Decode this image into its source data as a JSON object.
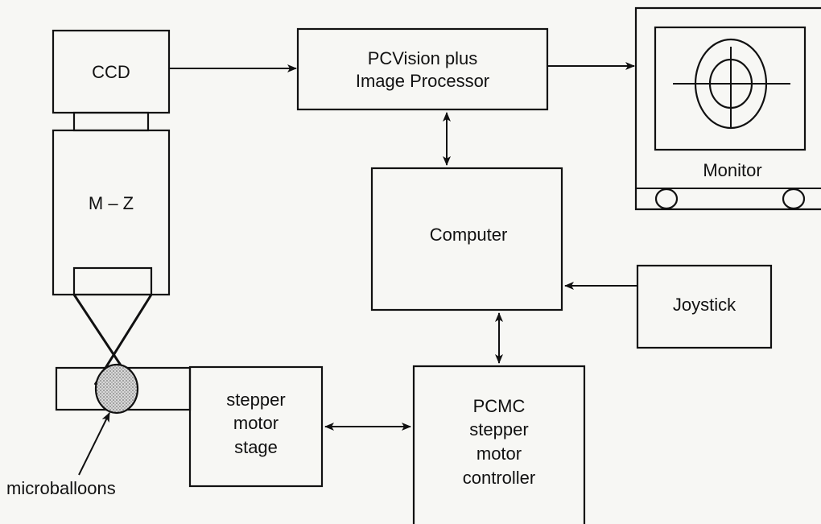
{
  "diagram": {
    "ccd": "CCD",
    "mz": "M – Z",
    "pcvision_line1": "PCVision plus",
    "pcvision_line2": "Image Processor",
    "monitor": "Monitor",
    "computer": "Computer",
    "joystick": "Joystick",
    "stage_line1": "stepper",
    "stage_line2": "motor",
    "stage_line3": "stage",
    "controller_line1": "PCMC",
    "controller_line2": "stepper",
    "controller_line3": "motor",
    "controller_line4": "controller",
    "microballoons": "microballoons"
  }
}
